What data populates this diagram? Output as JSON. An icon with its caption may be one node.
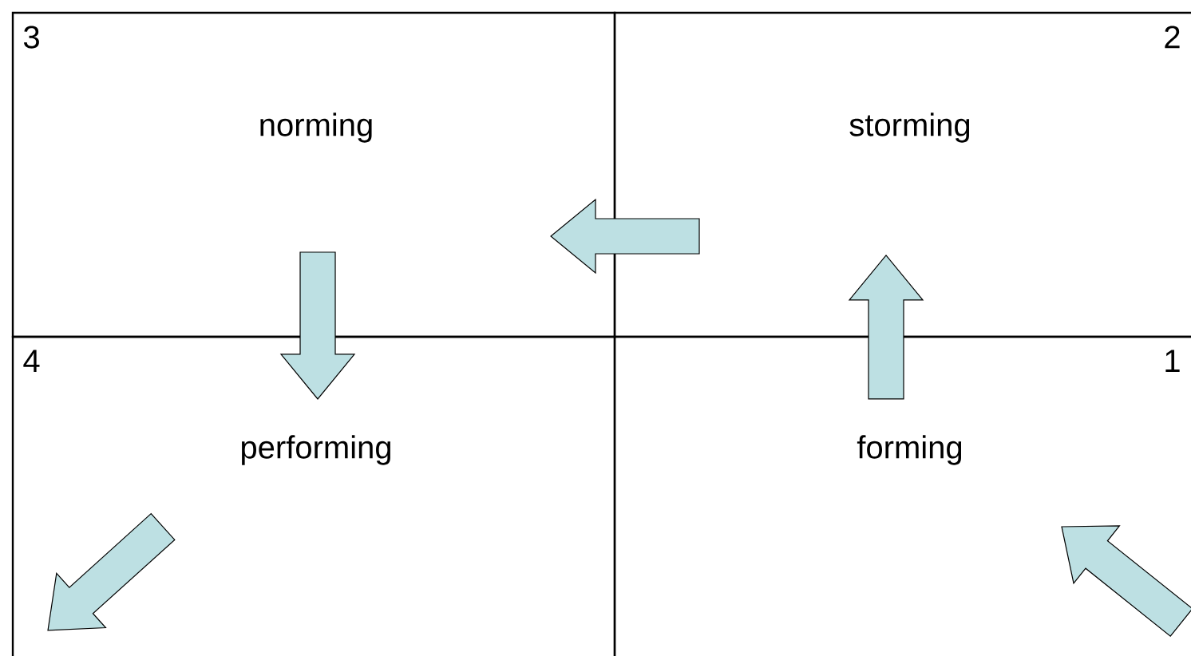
{
  "diagram": {
    "nodes": [
      {
        "text": [
          "3",
          "norming"
        ]
      },
      {
        "text": [
          "2",
          "storming"
        ]
      },
      {
        "text": [
          "4",
          "performing"
        ]
      },
      {
        "text": [
          "1",
          "forming"
        ]
      }
    ],
    "edges": [
      {
        "from": 3,
        "to": 1,
        "arrow": "to"
      },
      {
        "from": 1,
        "to": 0,
        "arrow": "to"
      },
      {
        "from": 0,
        "to": 2,
        "arrow": "to"
      }
    ]
  }
}
